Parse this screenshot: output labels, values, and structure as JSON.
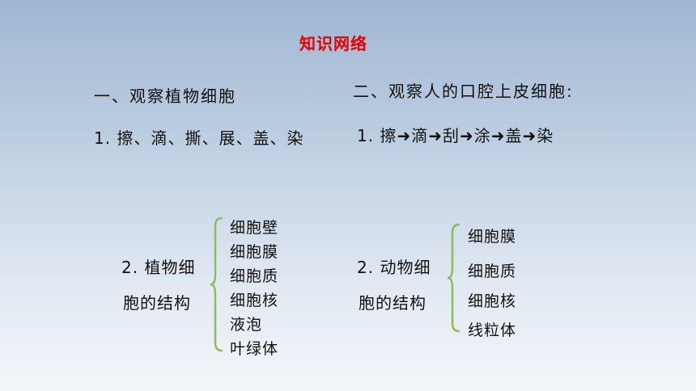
{
  "title": "知识网络",
  "left": {
    "heading": "一、观察植物细胞",
    "steps": "1. 擦、滴、撕、展、盖、染",
    "structure_label_1": "2. 植物细",
    "structure_label_2": "胞的结构",
    "parts": [
      "细胞壁",
      "细胞膜",
      "细胞质",
      "细胞核",
      "液泡",
      "叶绿体"
    ]
  },
  "right": {
    "heading": "二、观察人的口腔上皮细胞:",
    "steps": "1. 擦➜滴➜刮➜涂➜盖➜染",
    "structure_label_1": "2. 动物细",
    "structure_label_2": "胞的结构",
    "parts": [
      "细胞膜",
      "细胞质",
      "细胞核",
      "线粒体"
    ]
  },
  "colors": {
    "title": "#e60000",
    "brace": "#8fbc5a"
  }
}
